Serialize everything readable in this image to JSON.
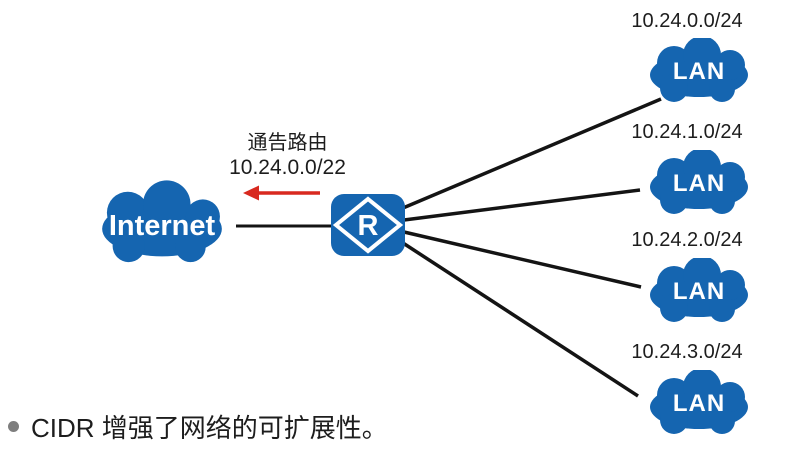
{
  "diagram": {
    "internet_label": "Internet",
    "router_label": "R",
    "announce": {
      "line1": "通告路由",
      "line2": "10.24.0.0/22"
    },
    "lans": [
      {
        "subnet": "10.24.0.0/24",
        "label": "LAN"
      },
      {
        "subnet": "10.24.1.0/24",
        "label": "LAN"
      },
      {
        "subnet": "10.24.2.0/24",
        "label": "LAN"
      },
      {
        "subnet": "10.24.3.0/24",
        "label": "LAN"
      }
    ]
  },
  "footer": {
    "bullet_text": "CIDR 增强了网络的可扩展性。"
  },
  "icons": {
    "internet_cloud": "cloud-icon",
    "lan_cloud": "cloud-icon",
    "router": "router-icon",
    "advertise_arrow": "left-arrow-icon"
  },
  "colors": {
    "cloud-blue": "#1565b0",
    "router-blue": "#1565b0",
    "line-black": "#141414",
    "arrow-red": "#d8291f",
    "text-dark": "#1d1d1d",
    "bullet-gray": "#7e7e7e"
  }
}
